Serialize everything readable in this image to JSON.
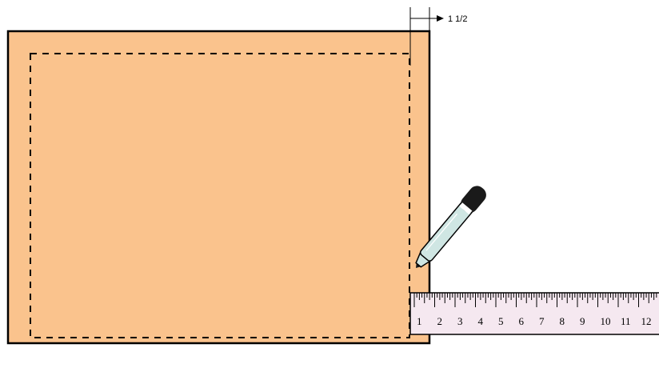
{
  "dimension": {
    "label": "1 1/2"
  },
  "ruler": {
    "numbers": [
      "1",
      "2",
      "3",
      "4",
      "5",
      "6",
      "7",
      "8",
      "9",
      "10",
      "11",
      "12"
    ]
  },
  "colors": {
    "fabric": "#FAC38D",
    "outline": "#000000",
    "ruler_fill": "#F5E8F0",
    "pen_body": "#CFE6E3",
    "pen_cap": "#1A1A1A"
  },
  "icons": {
    "pen": "pen-icon",
    "ruler": "ruler-icon",
    "arrow": "arrow-right-icon"
  }
}
